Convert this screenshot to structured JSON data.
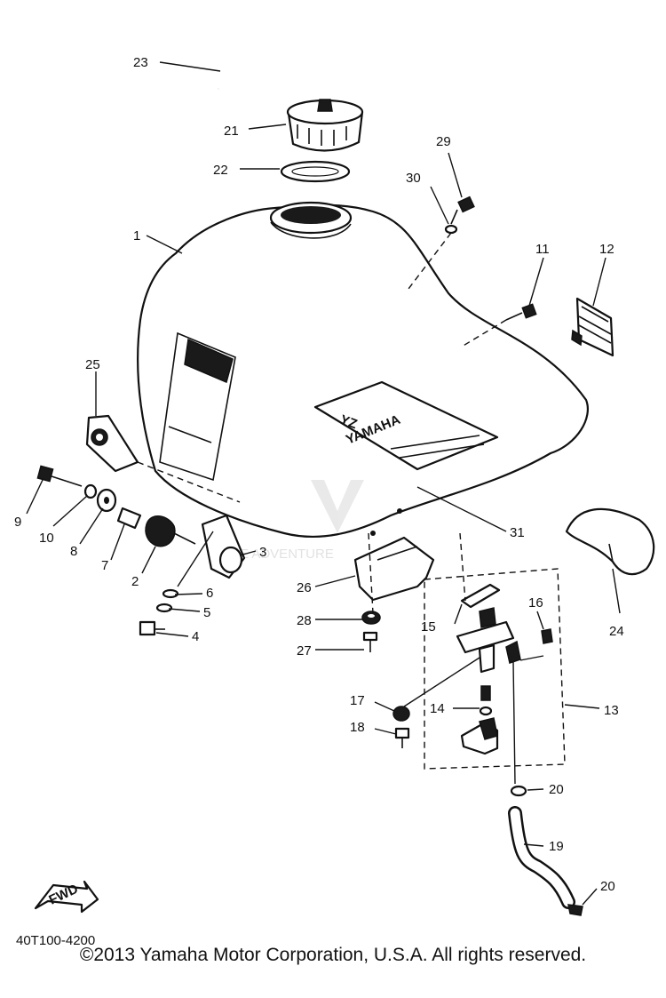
{
  "diagram": {
    "logo_text": "YZ",
    "brand_text": "YAMAHA",
    "watermark_text": "E ADVENTURE",
    "fwd_label": "FWD",
    "drawing_code": "40T100-4200",
    "callouts": {
      "c1": "1",
      "c2": "2",
      "c3": "3",
      "c4": "4",
      "c5": "5",
      "c6": "6",
      "c7": "7",
      "c8": "8",
      "c9": "9",
      "c10": "10",
      "c11": "11",
      "c12": "12",
      "c13": "13",
      "c14": "14",
      "c15": "15",
      "c16": "16",
      "c17": "17",
      "c18": "18",
      "c19": "19",
      "c20a": "20",
      "c20b": "20",
      "c21": "21",
      "c22": "22",
      "c23": "23",
      "c24": "24",
      "c25": "25",
      "c26": "26",
      "c27": "27",
      "c28": "28",
      "c29": "29",
      "c30": "30",
      "c31": "31"
    }
  },
  "footer": {
    "copyright": "©2013 Yamaha Motor Corporation, U.S.A. All rights reserved."
  }
}
